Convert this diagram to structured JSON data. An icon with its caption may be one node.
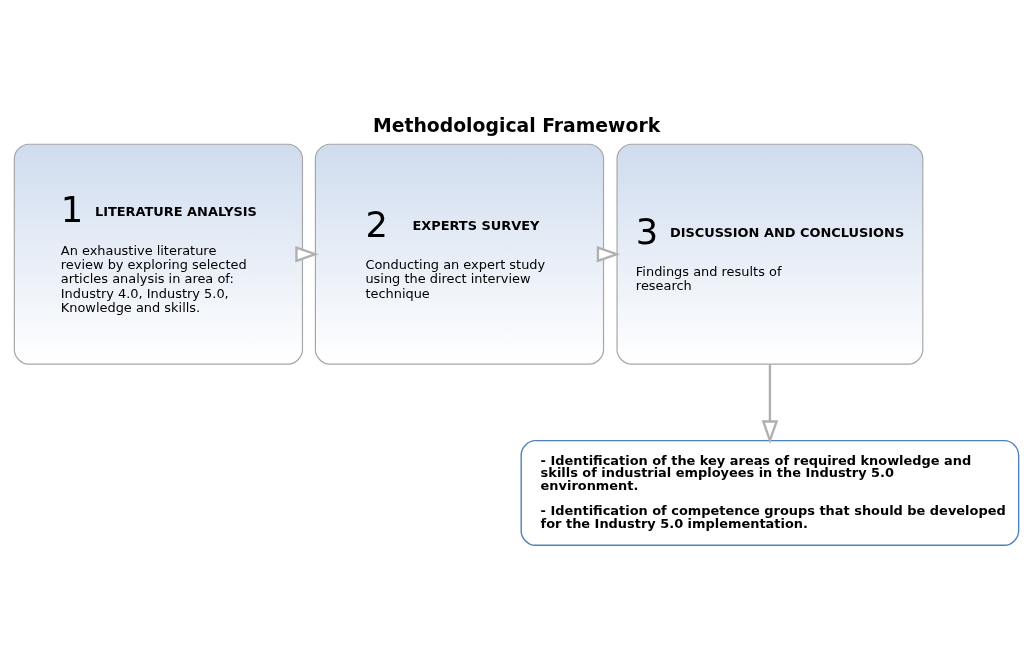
{
  "diagram": {
    "title": "Methodological Framework",
    "nodes": [
      {
        "text": [
          "1",
          "LITERATURE ANALYSIS",
          "An exhaustive literature review by exploring selected articles analysis in area of: Industry 4.0, Industry 5.0, Knowledge and skills."
        ]
      },
      {
        "text": [
          "2",
          "EXPERTS SURVEY",
          "Conducting an expert study using the direct interview technique"
        ]
      },
      {
        "text": [
          "3",
          "DISCUSSION AND CONCLUSIONS",
          "Findings and results of research"
        ]
      },
      {
        "text": [
          "- Identification of the key areas of required knowledge and skills of industrial employees in the Industry 5.0 environment.",
          "- Identification of competence groups that should be developed for the Industry 5.0 implementation."
        ]
      }
    ],
    "edges": [
      {
        "from": 0,
        "to": 1,
        "arrow": "to"
      },
      {
        "from": 1,
        "to": 2,
        "arrow": "to"
      },
      {
        "from": 2,
        "to": 3,
        "arrow": "to"
      }
    ]
  }
}
